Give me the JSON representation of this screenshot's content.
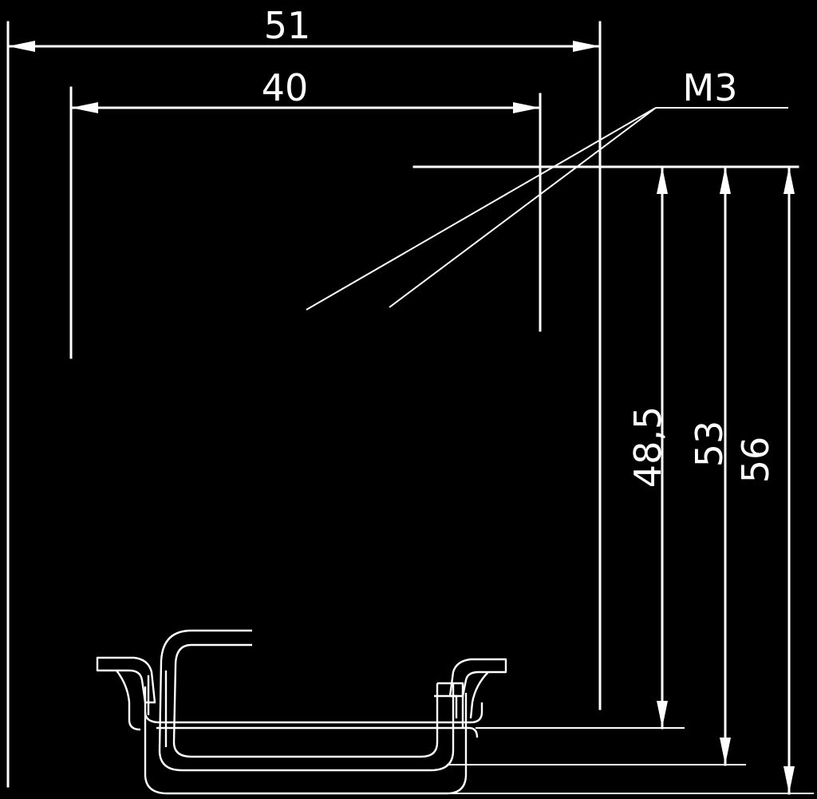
{
  "drawing": {
    "background": "#000000",
    "line_color": "#ffffff",
    "dimensions": {
      "width_overall": "51",
      "width_inner": "40",
      "thread_callout": "M3",
      "height_a": "48,5",
      "height_b": "53",
      "height_c": "56"
    }
  }
}
